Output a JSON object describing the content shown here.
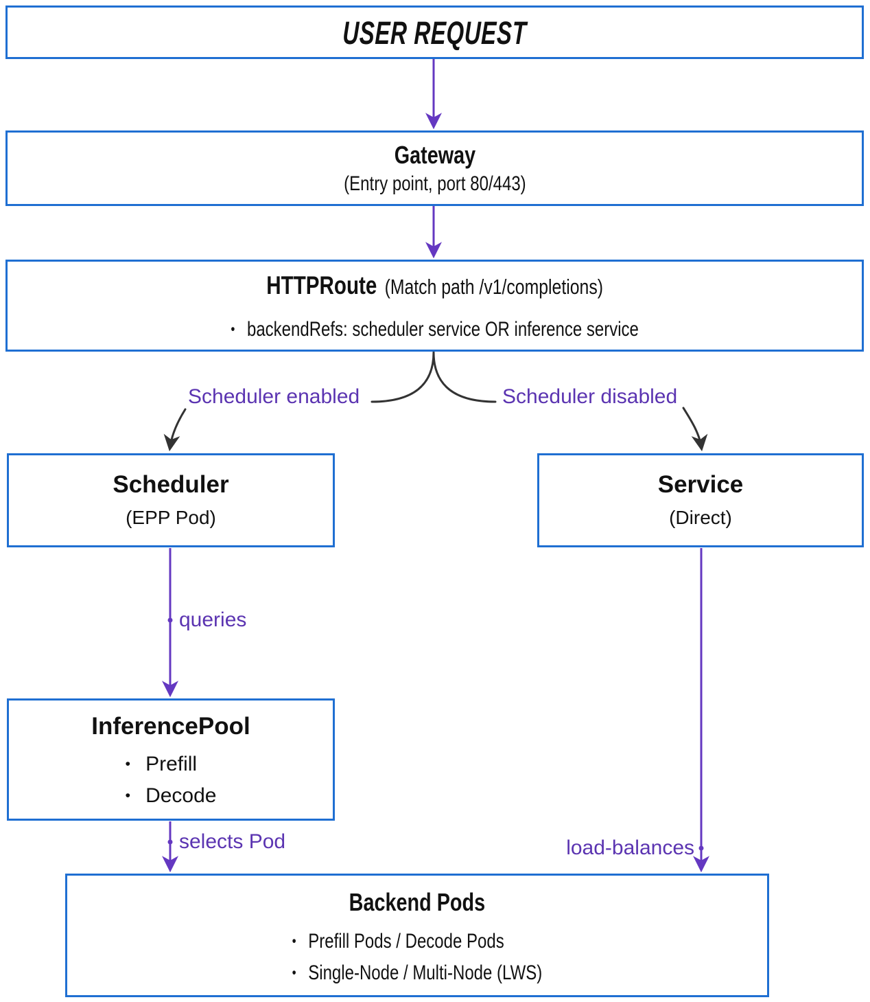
{
  "diagram": {
    "nodes": {
      "user_request": {
        "title": "USER REQUEST"
      },
      "gateway": {
        "title": "Gateway",
        "subtitle": "(Entry point, port 80/443)"
      },
      "httproute": {
        "title": "HTTPRoute",
        "title_suffix": "(Match path /v1/completions)",
        "bullets": [
          "backendRefs: scheduler service OR inference service"
        ]
      },
      "scheduler": {
        "title": "Scheduler",
        "subtitle": "(EPP Pod)"
      },
      "service": {
        "title": "Service",
        "subtitle": "(Direct)"
      },
      "inference_pool": {
        "title": "InferencePool",
        "bullets": [
          "Prefill",
          "Decode"
        ]
      },
      "backend_pods": {
        "title": "Backend Pods",
        "bullets": [
          "Prefill Pods / Decode Pods",
          "Single-Node / Multi-Node (LWS)"
        ]
      }
    },
    "edge_labels": {
      "scheduler_enabled": "Scheduler enabled",
      "scheduler_disabled": "Scheduler disabled",
      "queries": "queries",
      "selects_pod": "selects Pod",
      "load_balances": "load-balances"
    },
    "colors": {
      "box_border": "#1f6fd2",
      "arrow": "#6438c1",
      "label": "#5b34b1",
      "fork": "#333333"
    }
  }
}
